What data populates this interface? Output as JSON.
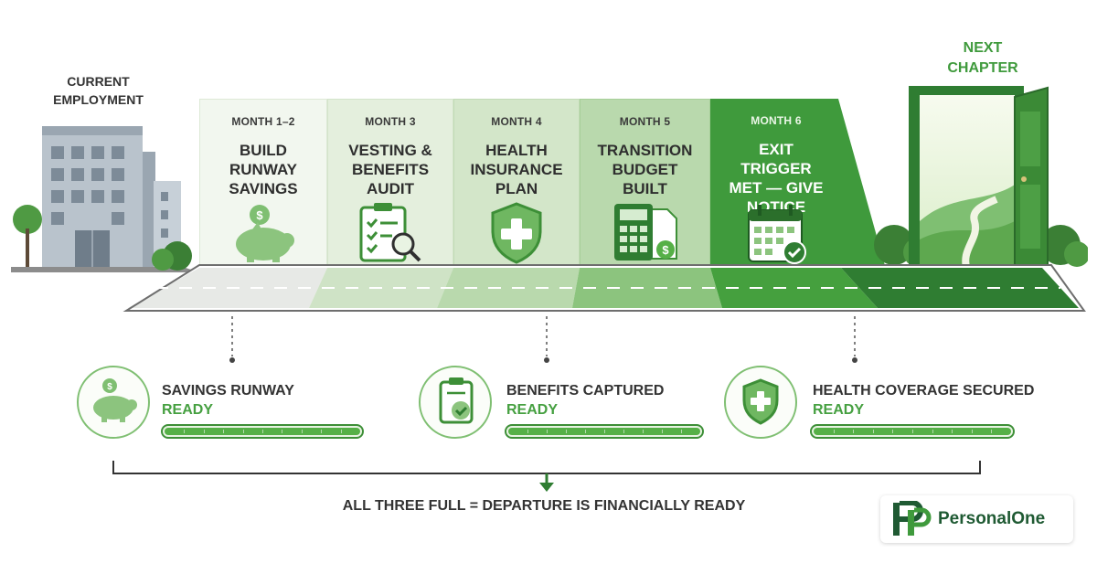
{
  "start_label": "CURRENT EMPLOYMENT",
  "end_label": "NEXT CHAPTER",
  "phases": [
    {
      "month": "MONTH 1–2",
      "title": "BUILD RUNWAY SAVINGS",
      "icon": "piggy-bank-icon",
      "color": "#f2f7ef"
    },
    {
      "month": "MONTH 3",
      "title": "VESTING & BENEFITS AUDIT",
      "icon": "clipboard-magnifier-icon",
      "color": "#e3efdc"
    },
    {
      "month": "MONTH 4",
      "title": "HEALTH INSURANCE PLAN",
      "icon": "shield-cross-icon",
      "color": "#d3e6c9"
    },
    {
      "month": "MONTH 5",
      "title": "TRANSITION BUDGET BUILT",
      "icon": "calculator-icon",
      "color": "#b9d9ad"
    },
    {
      "month": "MONTH 6",
      "title": "EXIT TRIGGER MET — GIVE NOTICE",
      "icon": "calendar-check-icon",
      "color": "#3f9a3c"
    }
  ],
  "statuses": [
    {
      "title": "SAVINGS RUNWAY",
      "status": "READY",
      "icon": "piggy-bank-icon",
      "progress": 1.0
    },
    {
      "title": "BENEFITS CAPTURED",
      "status": "READY",
      "icon": "clipboard-check-icon",
      "progress": 1.0
    },
    {
      "title": "HEALTH COVERAGE SECURED",
      "status": "READY",
      "icon": "shield-cross-icon",
      "progress": 1.0
    }
  ],
  "summary": "ALL THREE FULL = DEPARTURE IS FINANCIALLY READY",
  "brand": {
    "name": "PersonalOne",
    "color": "#1f5a33"
  },
  "colors": {
    "accent": "#46a041",
    "dark_green": "#2f7d32",
    "light_green": "#e9f4e3"
  }
}
